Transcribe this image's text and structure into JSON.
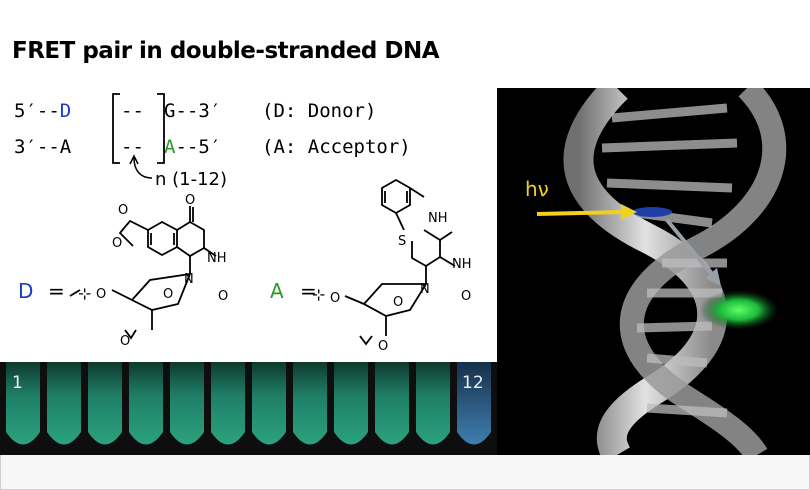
{
  "title": "FRET pair in double-stranded DNA",
  "scheme": {
    "strand1": {
      "p5": "5′--",
      "donor": "D",
      "mid": "--",
      "g": "G--3′"
    },
    "strand2": {
      "p3": "3′--A",
      "mid": "--",
      "acceptor": "A",
      "end": "--5′"
    },
    "legend_donor": "(D: Donor)",
    "legend_acceptor": "(A: Acceptor)",
    "repeat_note": "n (1-12)"
  },
  "structures": {
    "donor_label": "D",
    "acceptor_label": "A",
    "equals": "=",
    "donor_atoms": {
      "o_top": "O",
      "nh": "NH",
      "n": "N",
      "o_right": "O",
      "o_ring": "O",
      "o_5": "O",
      "o_3": "O",
      "o_d1": "O",
      "o_d2": "O"
    },
    "acceptor_atoms": {
      "nh_top": "NH",
      "s": "S",
      "nh": "NH",
      "n": "N",
      "o_right": "O",
      "o_ring": "O",
      "o_5": "O",
      "o_3": "O"
    }
  },
  "tubes": {
    "first_label": "1",
    "last_label": "12",
    "count": 12
  },
  "helix": {
    "hv_label": "hν"
  },
  "colors": {
    "donor": "#1a3ccc",
    "acceptor": "#2a9a2a",
    "emission": "#36e04a",
    "excitation": "#f0d020"
  }
}
